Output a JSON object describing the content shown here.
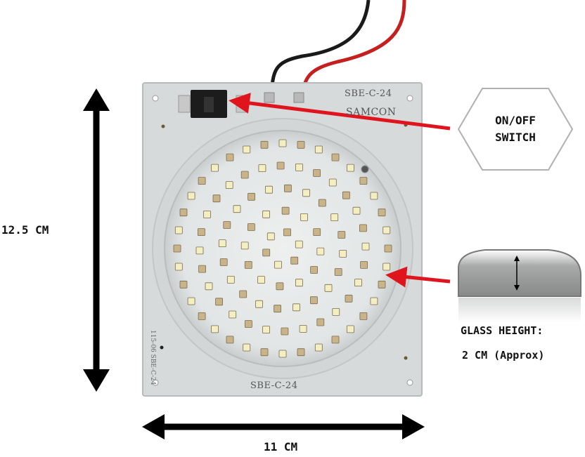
{
  "dimensions": {
    "height_label": "12.5 CM",
    "width_label": "11 CM"
  },
  "callouts": {
    "switch_label": "ON/OFF SWITCH",
    "glass_height_line1": "GLASS HEIGHT:",
    "glass_height_line2": "2 CM (Approx)"
  },
  "pcb_markings": {
    "model_top": "SBE-C-24",
    "brand": "SAMCON",
    "model_bottom": "SBE-C-24",
    "side_text": "115-06 SBE-C-24"
  },
  "colors": {
    "arrow_red": "#e0141c",
    "arrow_black": "#000000",
    "board": "#d9dcdc",
    "led": "#f4f1c8"
  }
}
